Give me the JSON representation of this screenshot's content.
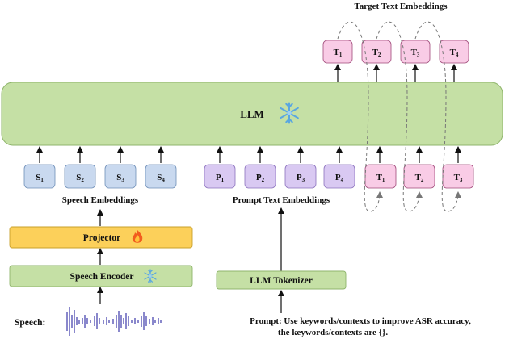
{
  "target_title": "Target Text Embeddings",
  "llm": {
    "label": "LLM",
    "frozen_icon": "snowflake-icon"
  },
  "target_tokens": [
    {
      "base": "T",
      "sub": "1"
    },
    {
      "base": "T",
      "sub": "2"
    },
    {
      "base": "T",
      "sub": "3"
    },
    {
      "base": "T",
      "sub": "4"
    }
  ],
  "speech_tokens": [
    {
      "base": "S",
      "sub": "1"
    },
    {
      "base": "S",
      "sub": "2"
    },
    {
      "base": "S",
      "sub": "3"
    },
    {
      "base": "S",
      "sub": "4"
    }
  ],
  "prompt_tokens": [
    {
      "base": "P",
      "sub": "1"
    },
    {
      "base": "P",
      "sub": "2"
    },
    {
      "base": "P",
      "sub": "3"
    },
    {
      "base": "P",
      "sub": "4"
    }
  ],
  "input_target_tokens": [
    {
      "base": "T",
      "sub": "1"
    },
    {
      "base": "T",
      "sub": "2"
    },
    {
      "base": "T",
      "sub": "3"
    }
  ],
  "speech_embeddings_label": "Speech Embeddings",
  "prompt_embeddings_label": "Prompt Text Embeddings",
  "projector": {
    "label": "Projector",
    "trainable_icon": "fire-icon"
  },
  "speech_encoder": {
    "label": "Speech Encoder",
    "frozen_icon": "snowflake-icon"
  },
  "llm_tokenizer": {
    "label": "LLM Tokenizer"
  },
  "speech_label": "Speech:",
  "prompt_line1": "Prompt: Use keywords/contexts to improve ASR accuracy,",
  "prompt_line2": "the keywords/contexts are {}.",
  "colors": {
    "llm_fill": "#c5e0a5",
    "speech_token_fill": "#c9d9ef",
    "prompt_token_fill": "#d9c9f2",
    "target_token_fill": "#f9cce6",
    "projector_fill": "#fcd05a",
    "encoder_fill": "#c5e0a5",
    "waveform": "#8a88cc"
  }
}
